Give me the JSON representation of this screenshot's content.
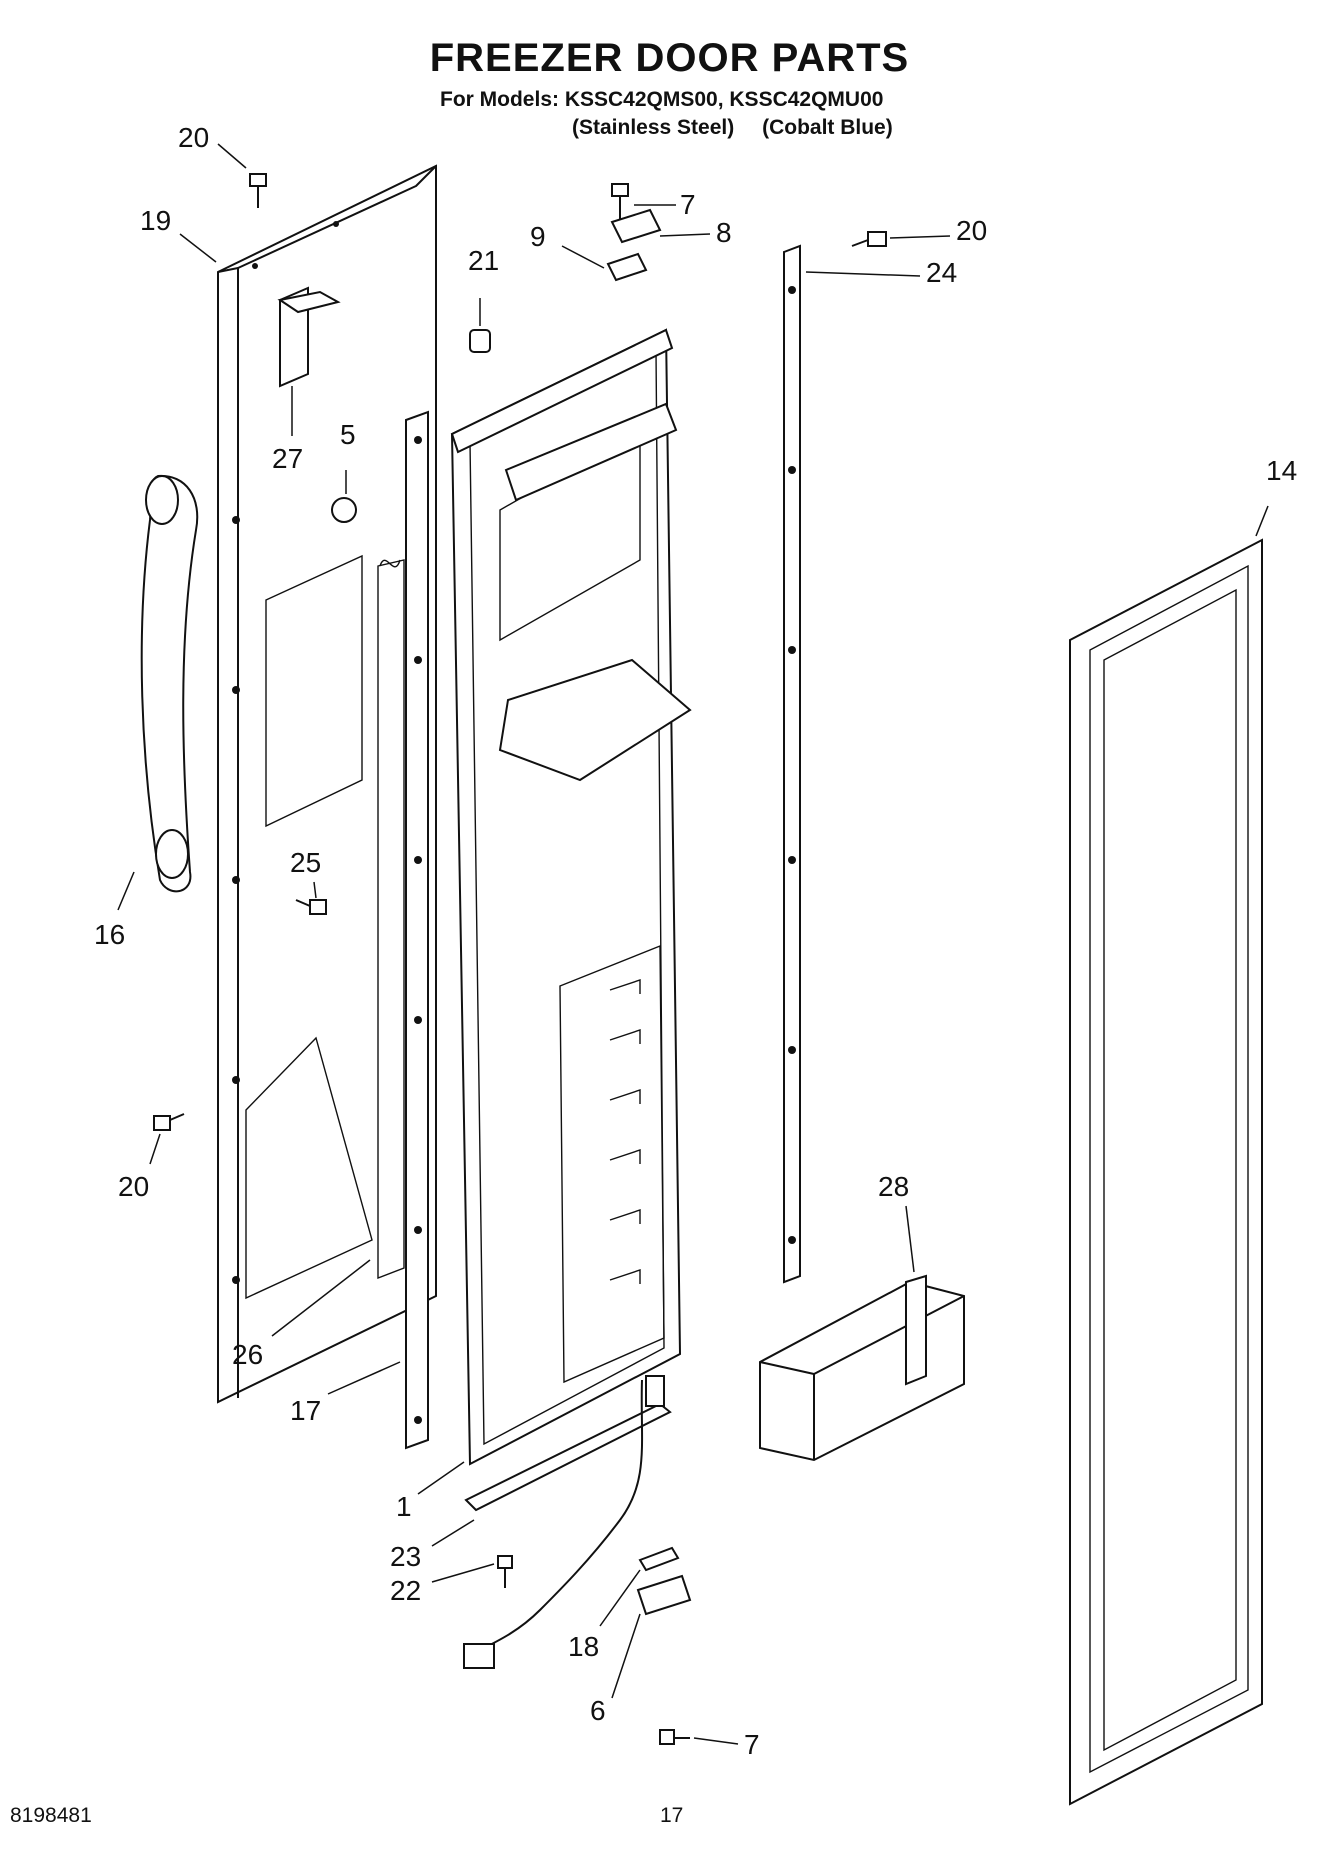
{
  "header": {
    "title": "FREEZER DOOR PARTS",
    "models_line": "For Models: KSSC42QMS00, KSSC42QMU00",
    "variant_1": "(Stainless Steel)",
    "variant_2": "(Cobalt Blue)"
  },
  "footer": {
    "doc_number": "8198481",
    "page_number": "17"
  },
  "callouts": {
    "c20_top": "20",
    "c19": "19",
    "c27": "27",
    "c5": "5",
    "c21": "21",
    "c9": "9",
    "c7_top": "7",
    "c8": "8",
    "c20_right": "20",
    "c24": "24",
    "c14": "14",
    "c16": "16",
    "c25": "25",
    "c20_left": "20",
    "c26": "26",
    "c17": "17",
    "c28": "28",
    "c1": "1",
    "c23": "23",
    "c22": "22",
    "c18": "18",
    "c6": "6",
    "c7_bottom": "7"
  }
}
